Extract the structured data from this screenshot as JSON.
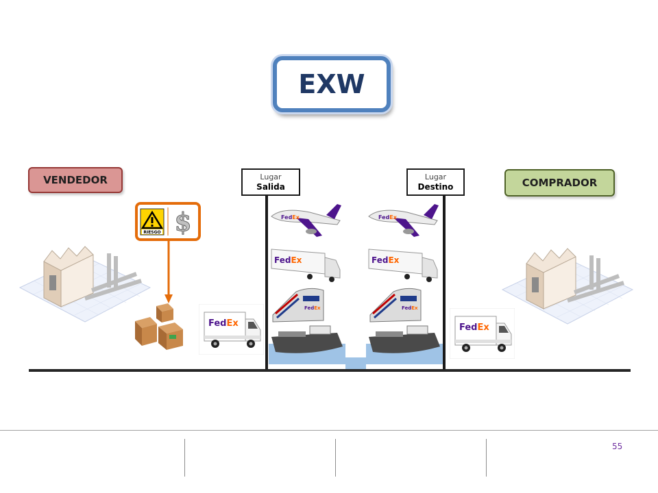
{
  "title": "EXW",
  "seller": {
    "label": "VENDEDOR"
  },
  "buyer": {
    "label": "COMPRADOR"
  },
  "origin": {
    "line1": "Lugar",
    "line2": "Salida"
  },
  "destination": {
    "line1": "Lugar",
    "line2": "Destino"
  },
  "risk": {
    "label": "RIESGO"
  },
  "page_number": "55",
  "colors": {
    "title_border": "#4f81bd",
    "seller_fill": "#da9694",
    "buyer_fill": "#c3d69b",
    "risk_border": "#e46c0a",
    "fedex_purple": "#4d148c",
    "fedex_orange": "#ff6600"
  }
}
